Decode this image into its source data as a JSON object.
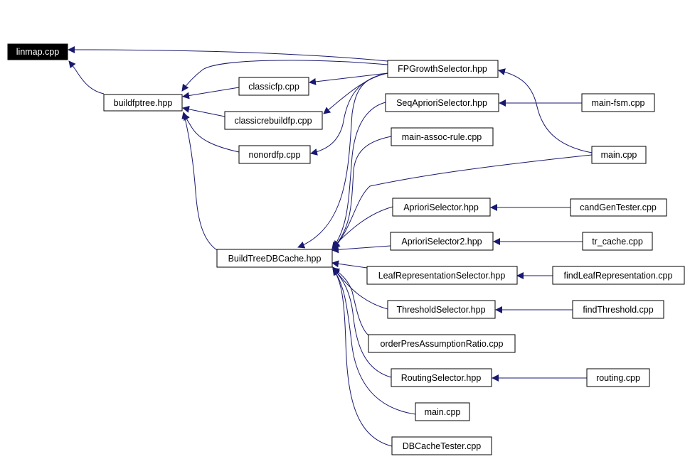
{
  "graph": {
    "colors": {
      "edge": "#191970",
      "node_border": "#000000",
      "node_fill": "#ffffff",
      "root_fill": "#000000",
      "root_text": "#ffffff"
    },
    "nodes": {
      "linmap": "linmap.cpp",
      "buildfptree": "buildfptree.hpp",
      "classicfp": "classicfp.cpp",
      "classicrebuildfp": "classicrebuildfp.cpp",
      "nonordfp": "nonordfp.cpp",
      "buildtreedbcache": "BuildTreeDBCache.hpp",
      "fpgrowthselector": "FPGrowthSelector.hpp",
      "seqaprioriselector": "SeqAprioriSelector.hpp",
      "main_assoc_rule": "main-assoc-rule.cpp",
      "aprioriselector": "AprioriSelector.hpp",
      "aprioriselector2": "AprioriSelector2.hpp",
      "leafrepresentationselector": "LeafRepresentationSelector.hpp",
      "thresholdselector": "ThresholdSelector.hpp",
      "orderpresassumptionratio": "orderPresAssumptionRatio.cpp",
      "routingselector": "RoutingSelector.hpp",
      "main_left": "main.cpp",
      "dbcachetester": "DBCacheTester.cpp",
      "main_fsm": "main-fsm.cpp",
      "main_right": "main.cpp",
      "candgentester": "candGenTester.cpp",
      "tr_cache": "tr_cache.cpp",
      "findleafrepresentation": "findLeafRepresentation.cpp",
      "findthreshold": "findThreshold.cpp",
      "routing": "routing.cpp"
    }
  }
}
